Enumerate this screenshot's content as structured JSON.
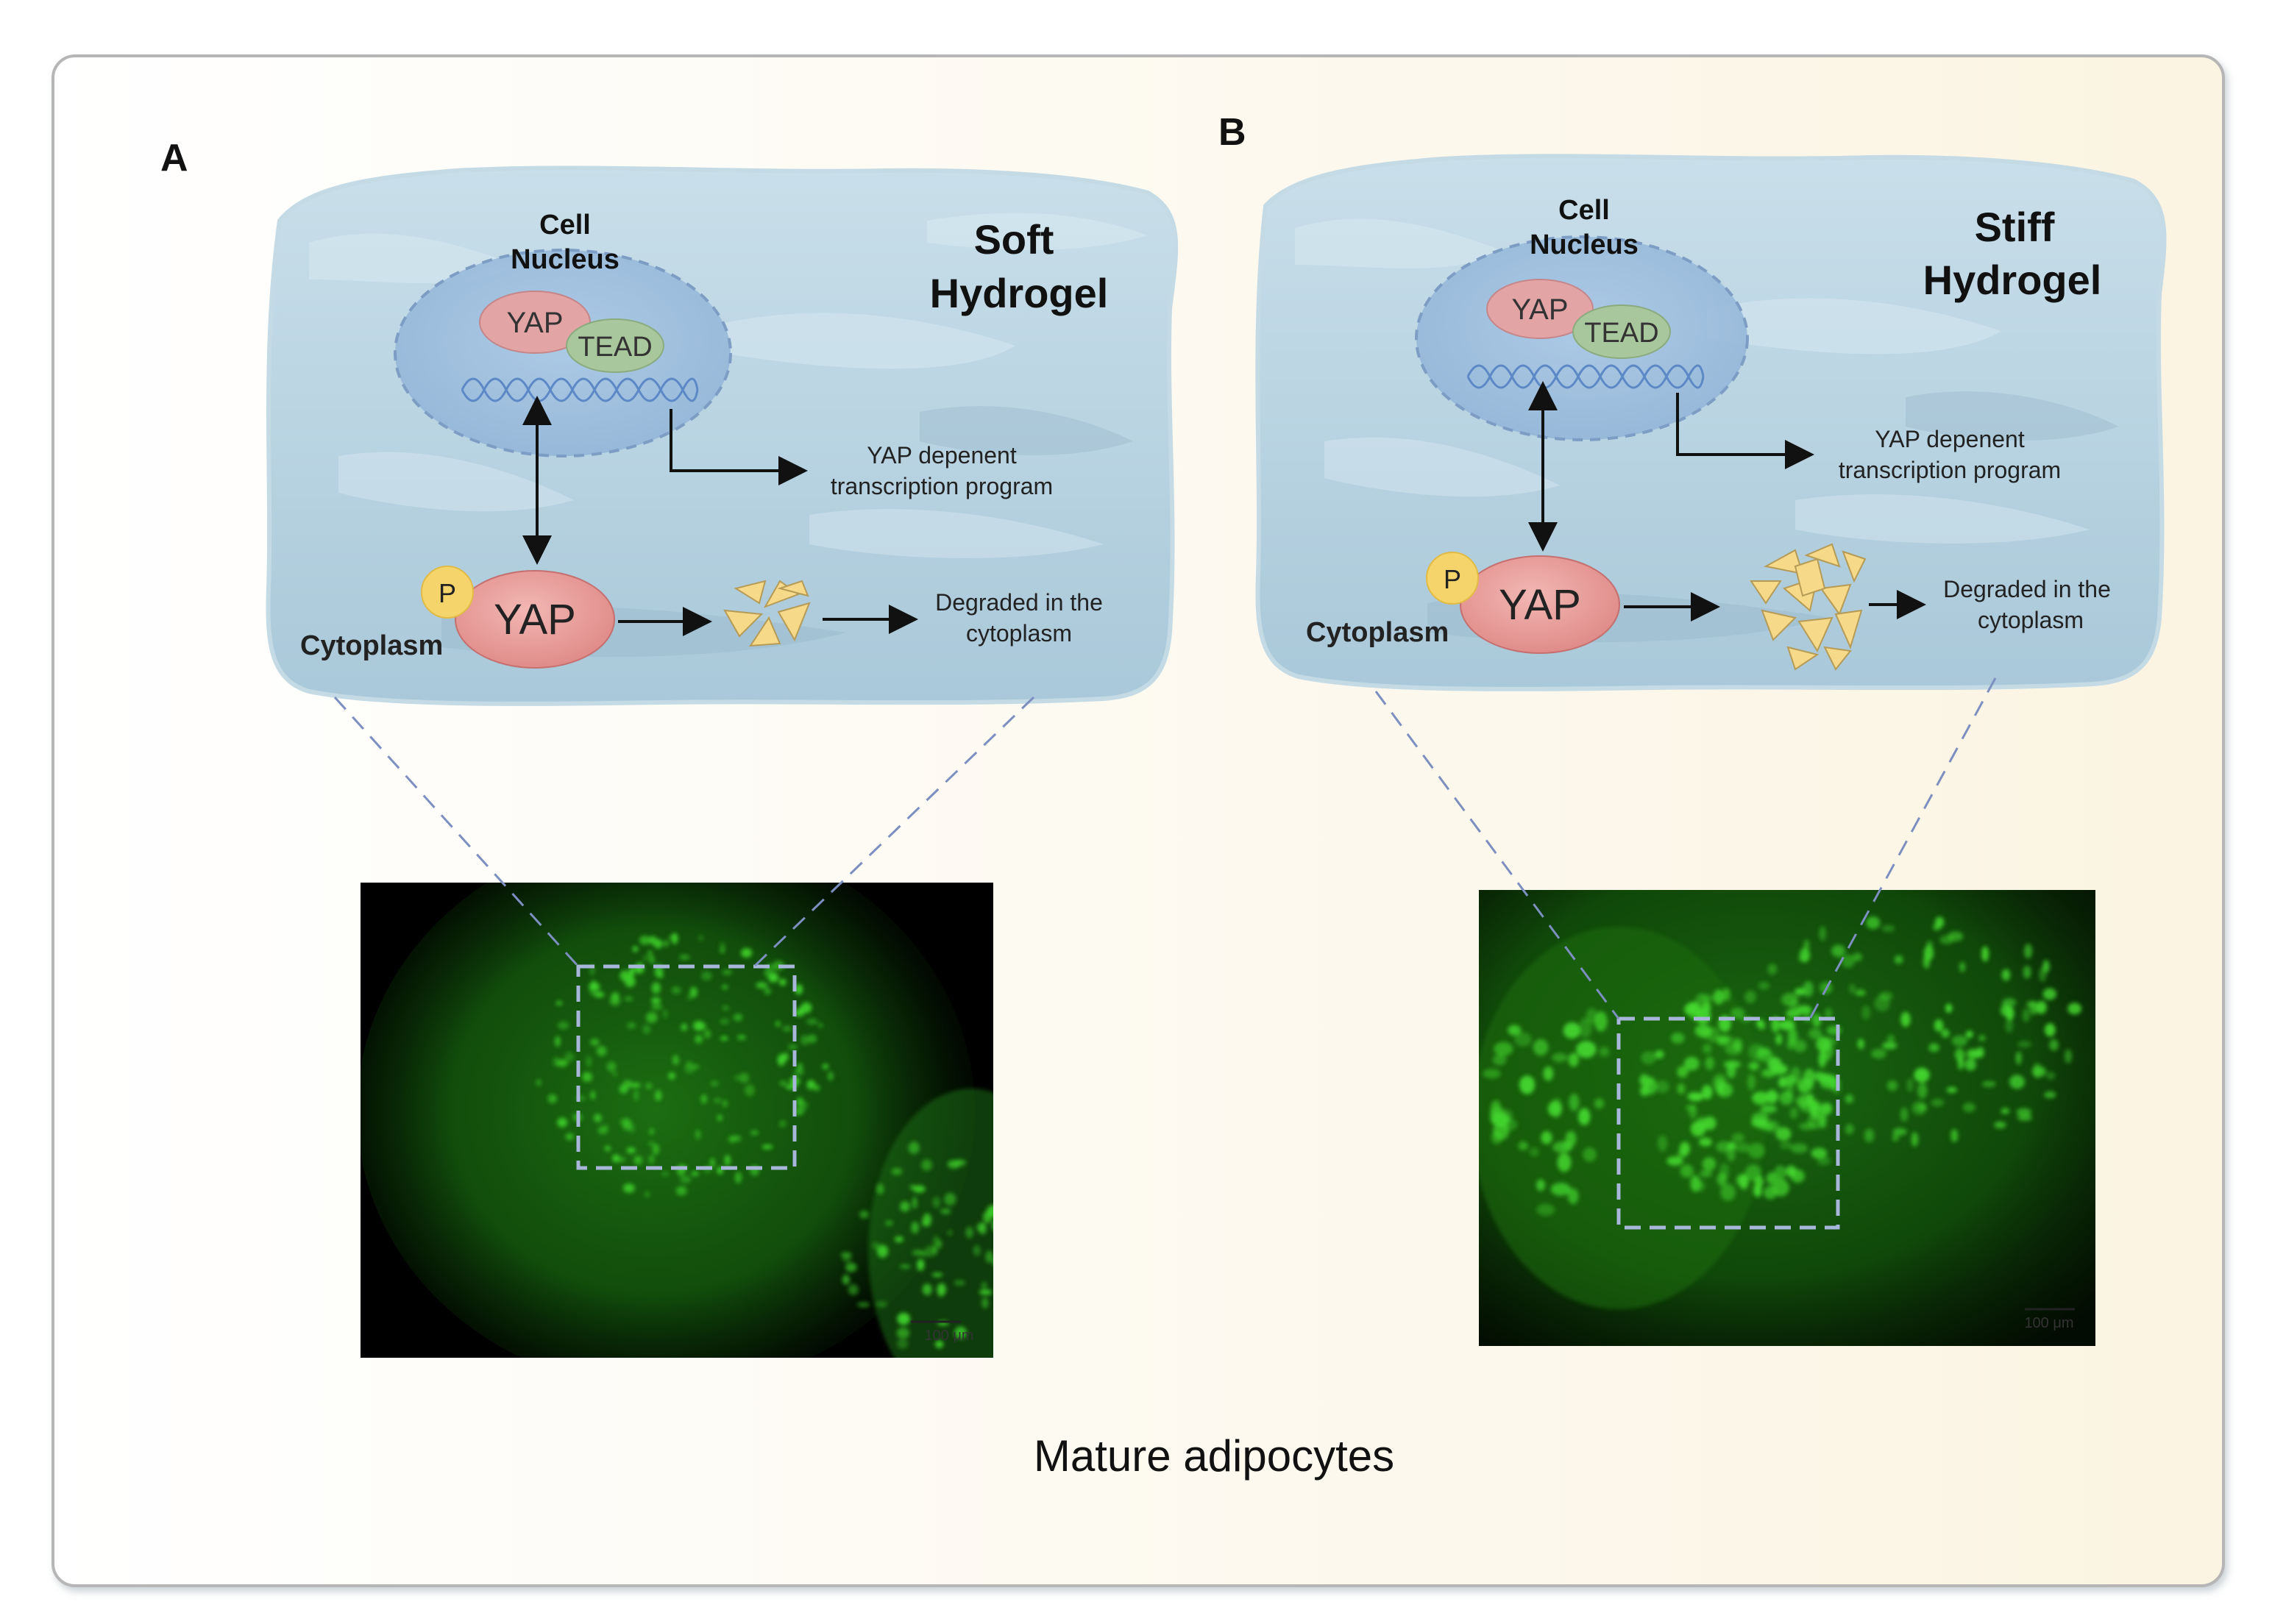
{
  "panel_a": {
    "letter": "A",
    "hydrogel_line1": "Soft",
    "hydrogel_line2": "Hydrogel",
    "nucleus_line1": "Cell",
    "nucleus_line2": "Nucleus",
    "yap": "YAP",
    "tead": "TEAD",
    "transcription_line1": "YAP depenent",
    "transcription_line2": "transcription program",
    "p": "P",
    "yap_cyto": "YAP",
    "cytoplasm": "Cytoplasm",
    "degraded_line1": "Degraded in the",
    "degraded_line2": "cytoplasm",
    "scale_bar": "100 μm"
  },
  "panel_b": {
    "letter": "B",
    "hydrogel_line1": "Stiff",
    "hydrogel_line2": "Hydrogel",
    "nucleus_line1": "Cell",
    "nucleus_line2": "Nucleus",
    "yap": "YAP",
    "tead": "TEAD",
    "transcription_line1": "YAP depenent",
    "transcription_line2": "transcription program",
    "p": "P",
    "yap_cyto": "YAP",
    "cytoplasm": "Cytoplasm",
    "degraded_line1": "Degraded in the",
    "degraded_line2": "cytoplasm",
    "scale_bar": "100 μm"
  },
  "caption": "Mature adipocytes",
  "colors": {
    "frame_bg_left": "#ffffff",
    "frame_bg_right": "#fbf4e2",
    "hydrogel": "#b8d4e2",
    "nucleus": "#9fc0df",
    "yap": "#e8a1a0",
    "tead": "#a8c89a",
    "phosphate": "#f6d66a",
    "micrograph_green": "#2fbf1f",
    "dashes": "#7d8fb8"
  }
}
